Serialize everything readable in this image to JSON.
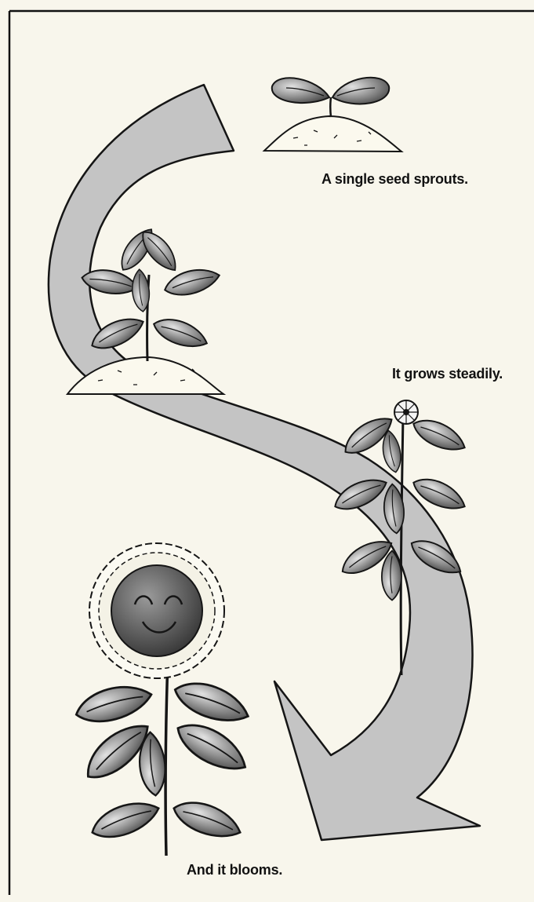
{
  "captions": {
    "seed": "A single seed sprouts.",
    "grow": "It grows steadily.",
    "bloom": "And it blooms."
  },
  "stages": [
    {
      "name": "sprout"
    },
    {
      "name": "young-plant"
    },
    {
      "name": "budding-plant"
    },
    {
      "name": "sunflower"
    }
  ],
  "colors": {
    "paper": "#f8f6ec",
    "arrow_fill": "#c4c4c4",
    "outline": "#151515",
    "leaf_dark": "#4a4a4a",
    "leaf_light": "#d0d0d0",
    "soil": "#fbf9ee"
  }
}
